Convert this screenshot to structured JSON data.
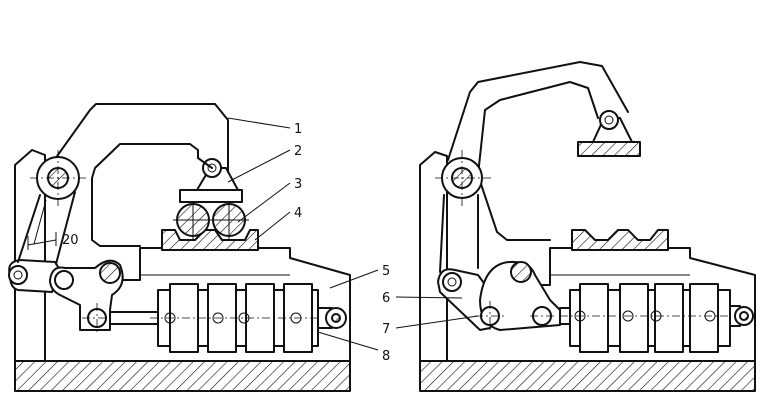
{
  "callouts": [
    {
      "id": "1",
      "text": "1"
    },
    {
      "id": "2",
      "text": "2"
    },
    {
      "id": "3",
      "text": "3"
    },
    {
      "id": "4",
      "text": "4"
    },
    {
      "id": "5",
      "text": "5"
    },
    {
      "id": "6",
      "text": "6"
    },
    {
      "id": "7",
      "text": "7"
    },
    {
      "id": "8",
      "text": "8"
    }
  ],
  "dimension": {
    "text": "20"
  }
}
